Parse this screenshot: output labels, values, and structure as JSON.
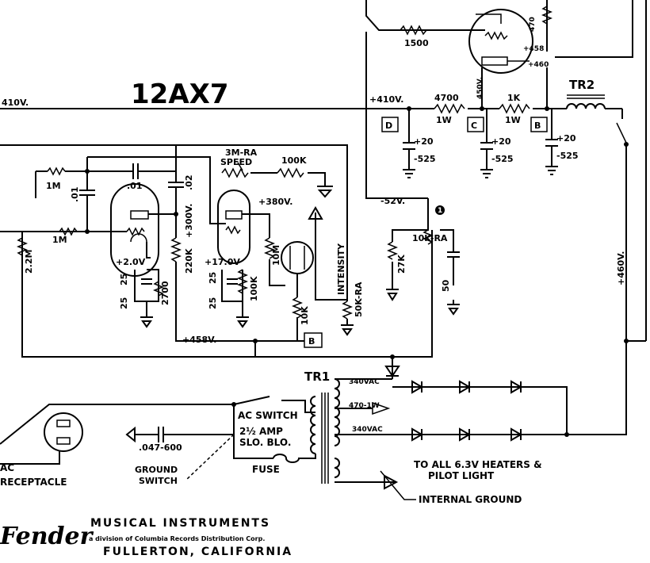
{
  "tube": {
    "name": "12AX7"
  },
  "supply": {
    "rail_left": "410V.",
    "rail": "+410V.",
    "res_4700": "4700",
    "res_1w_a": "1W",
    "res_1k": "1K",
    "res_1w_b": "1W",
    "node_d": "D",
    "node_c": "C",
    "node_b": "B",
    "cap_plus20_a": "+20",
    "cap_525_a": "-525",
    "cap_plus20_b": "+20",
    "cap_525_b": "-525",
    "cap_plus20_c": "+20",
    "cap_525_c": "-525",
    "tr2": "TR2",
    "v460": "+460V.",
    "res_1500": "1500",
    "res_470": "470",
    "v450": "450V.",
    "v458_top": "+458",
    "v460_top": "+460"
  },
  "preamp": {
    "r_1m_a": "1M",
    "r_1m_b": "1M",
    "r_2_2m": "2.2M",
    "c_01_a": ".01",
    "c_01_b": ".01",
    "c_02": ".02",
    "v300": "+300V.",
    "r_220k": "220K",
    "v2": "+2.0V",
    "c_25_a": "25",
    "c_25_b": "25",
    "r_2700": "2700",
    "speed": "3M-RA",
    "speed_label": "SPEED",
    "r_100k_top": "100K",
    "v380": "+380V.",
    "v17": "+17.0V",
    "c_25_c": "25",
    "c_25_d": "25",
    "r_100k": "100K",
    "r_10m": "10M",
    "r_10k": "10K",
    "v458": "+458V.",
    "node_b": "B",
    "intensity": "INTENSITY",
    "r_50k": "50K-RA",
    "v52": "-52V.",
    "r_27k": "27K",
    "r_10k_ra": "10K-RA",
    "c_50": "50",
    "marker": "1"
  },
  "power": {
    "tr1": "TR1",
    "v340_a": "340VAC",
    "tap_470": "470-1W",
    "v340_b": "340VAC",
    "ac_switch": "AC SWITCH",
    "fuse_rating": "2½ AMP",
    "fuse_type": "SLO. BLO.",
    "fuse": "FUSE",
    "ground_switch_a": "GROUND",
    "ground_switch_b": "SWITCH",
    "cap_047": ".047-600",
    "ac": "AC",
    "receptacle": "RECEPTACLE",
    "heaters_a": "TO ALL 6.3V HEATERS &",
    "heaters_b": "PILOT LIGHT",
    "internal_ground": "INTERNAL GROUND"
  },
  "footer": {
    "logo": "Fender",
    "company": "MUSICAL INSTRUMENTS",
    "division": "a division of Columbia Records Distribution Corp.",
    "city": "FULLERTON, CALIFORNIA"
  }
}
